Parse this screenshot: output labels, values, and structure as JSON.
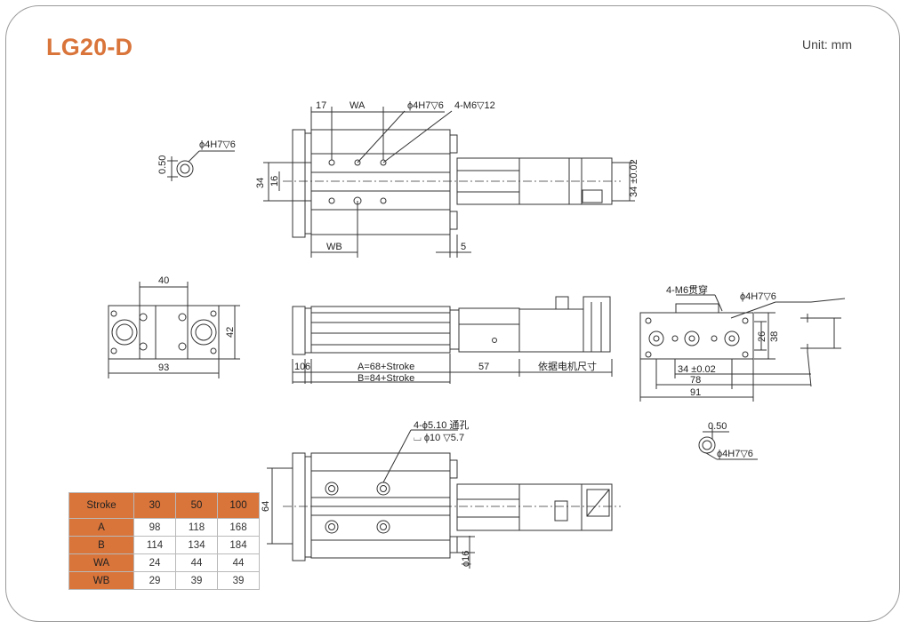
{
  "header": {
    "title": "LG20-D",
    "unit": "Unit: mm"
  },
  "labels": {
    "top_17": "17",
    "top_wa": "WA",
    "top_hole1": "ϕ4H7▽6",
    "top_hole2": "4-M6▽12",
    "top_34": "34",
    "top_16": "16",
    "top_tol": "34 ±0.02",
    "top_wb": "WB",
    "top_5": "5",
    "pin1_gap": "0.50",
    "pin1_hole": "ϕ4H7▽6",
    "left_40": "40",
    "left_42": "42",
    "left_93": "93",
    "mid_10": "10",
    "mid_6": "6",
    "mid_a": "A=68+Stroke",
    "mid_b": "B=84+Stroke",
    "mid_57": "57",
    "mid_motor": "依据电机尺寸",
    "right_m6": "4-M6贯穿",
    "right_hole": "ϕ4H7▽6",
    "right_26": "26",
    "right_38": "38",
    "right_tol": "34 ±0.02",
    "right_78": "78",
    "right_91": "91",
    "bot_holes": "4-ϕ5.10 通孔",
    "bot_cbore": "⌴ ϕ10 ▽5.7",
    "bot_64": "64",
    "bot_16": "ϕ16",
    "pin2_gap": "0.50",
    "pin2_hole": "ϕ4H7▽6"
  },
  "table": {
    "header": [
      "Stroke",
      "30",
      "50",
      "100"
    ],
    "rows": [
      {
        "name": "A",
        "values": [
          "98",
          "118",
          "168"
        ]
      },
      {
        "name": "B",
        "values": [
          "114",
          "134",
          "184"
        ]
      },
      {
        "name": "WA",
        "values": [
          "24",
          "44",
          "44"
        ]
      },
      {
        "name": "WB",
        "values": [
          "29",
          "39",
          "39"
        ]
      }
    ]
  },
  "colors": {
    "accent": "#d9743a",
    "line": "#333333",
    "frame": "#9a9a9a"
  }
}
